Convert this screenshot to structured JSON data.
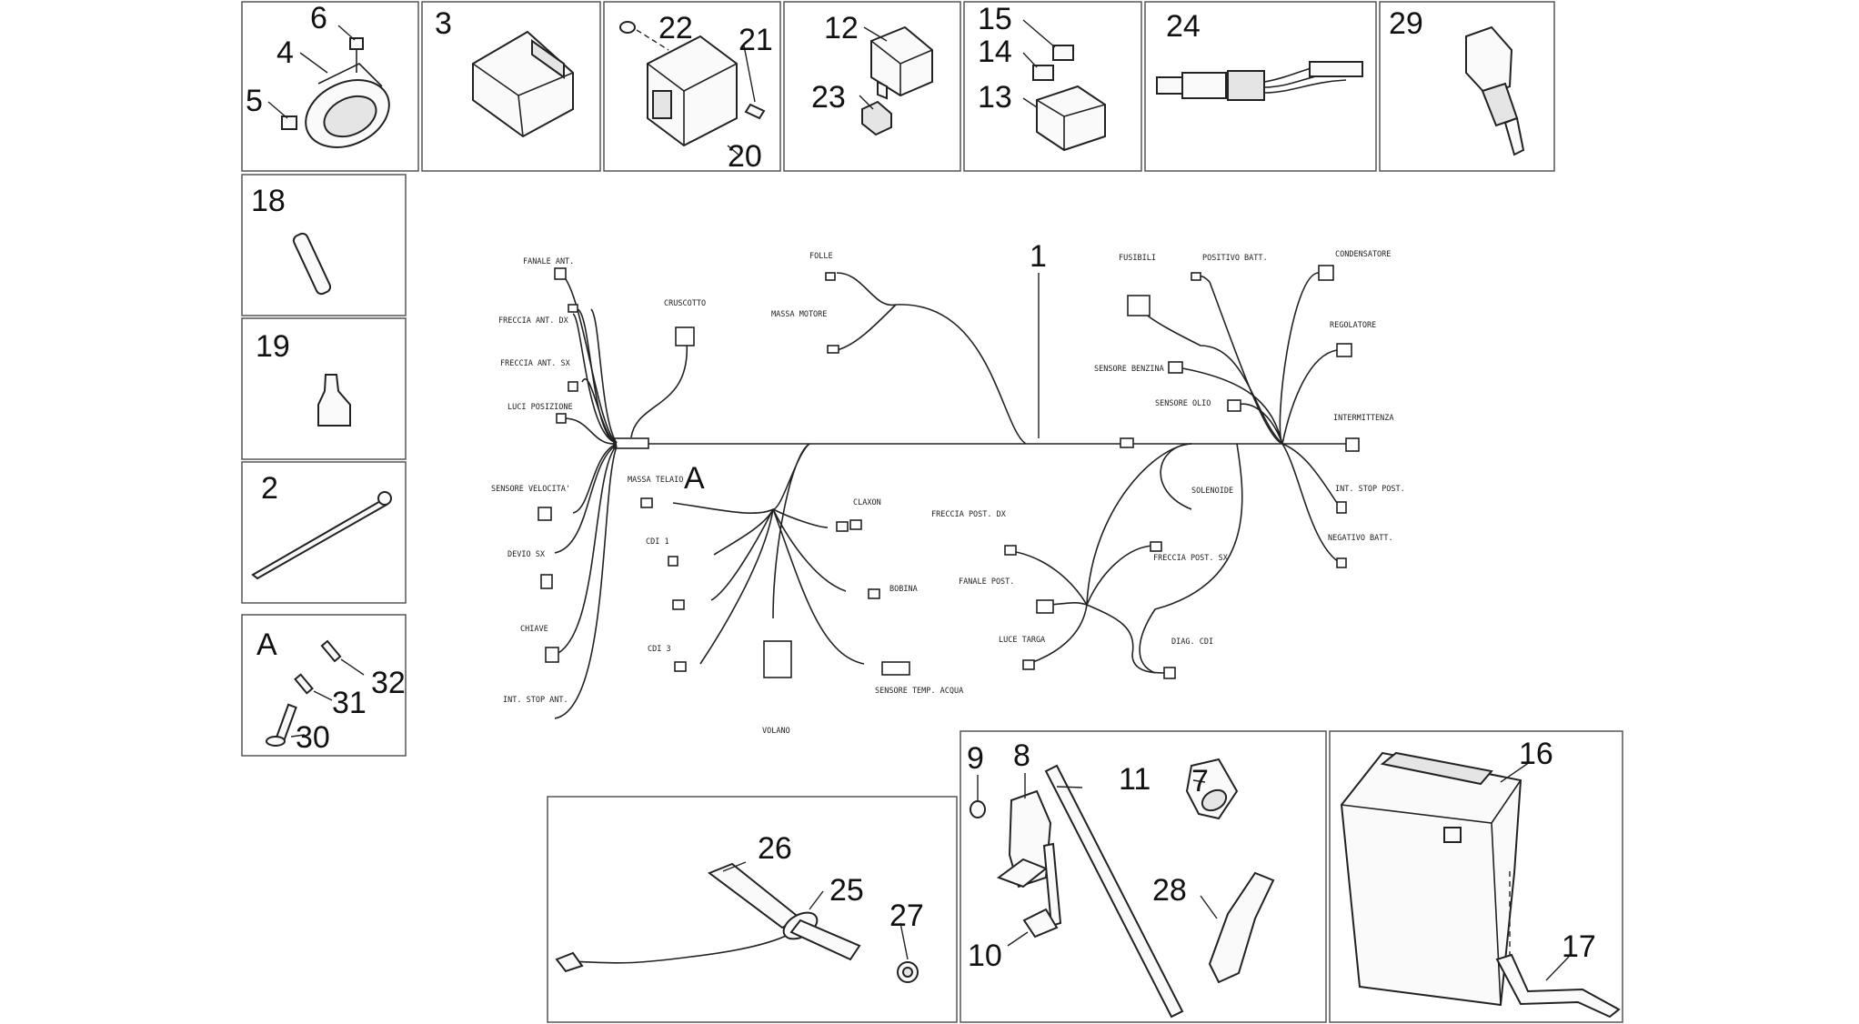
{
  "part_numbers": {
    "p1": "1",
    "p2": "2",
    "p3": "3",
    "p4": "4",
    "p5": "5",
    "p6": "6",
    "p7": "7",
    "p8": "8",
    "p9": "9",
    "p10": "10",
    "p11": "11",
    "p12": "12",
    "p13": "13",
    "p14": "14",
    "p15": "15",
    "p16": "16",
    "p17": "17",
    "p18": "18",
    "p19": "19",
    "p20": "20",
    "p21": "21",
    "p22": "22",
    "p23": "23",
    "p24": "24",
    "p25": "25",
    "p26": "26",
    "p27": "27",
    "p28": "28",
    "p29": "29",
    "p30": "30",
    "p31": "31",
    "p32": "32",
    "groupA": "A",
    "groupA2": "A"
  },
  "harness_labels": {
    "fanale_ant": "FANALE ANT.",
    "freccia_ant_dx": "FRECCIA ANT. DX",
    "freccia_ant_sx": "FRECCIA ANT. SX",
    "luci_posizione": "LUCI POSIZIONE",
    "sensore_velocita": "SENSORE VELOCITA'",
    "devio_sx": "DEVIO SX",
    "chiave": "CHIAVE",
    "int_stop_ant": "INT. STOP ANT.",
    "cruscotto": "CRUSCOTTO",
    "folle": "FOLLE",
    "massa_motore": "MASSA MOTORE",
    "massa_telaio": "MASSA TELAIO",
    "claxon": "CLAXON",
    "cdi_1": "CDI 1",
    "cdi_3": "CDI 3",
    "bobina": "BOBINA",
    "volano": "VOLANO",
    "sensore_temp_acqua": "SENSORE TEMP. ACQUA",
    "freccia_post_dx": "FRECCIA POST. DX",
    "fanale_post": "FANALE POST.",
    "luce_targa": "LUCE TARGA",
    "freccia_post_sx": "FRECCIA POST. SX",
    "solenoide": "SOLENOIDE",
    "diag_cdi": "DIAG. CDI",
    "fusibili": "FUSIBILI",
    "positivo_batt": "POSITIVO BATT.",
    "condensatore": "CONDENSATORE",
    "regolatore": "REGOLATORE",
    "sensore_benzina": "SENSORE BENZINA",
    "sensore_olio": "SENSORE OLIO",
    "intermittenza": "INTERMITTENZA",
    "int_stop_post": "INT. STOP POST.",
    "negativo_batt": "NEGATIVO BATT."
  }
}
